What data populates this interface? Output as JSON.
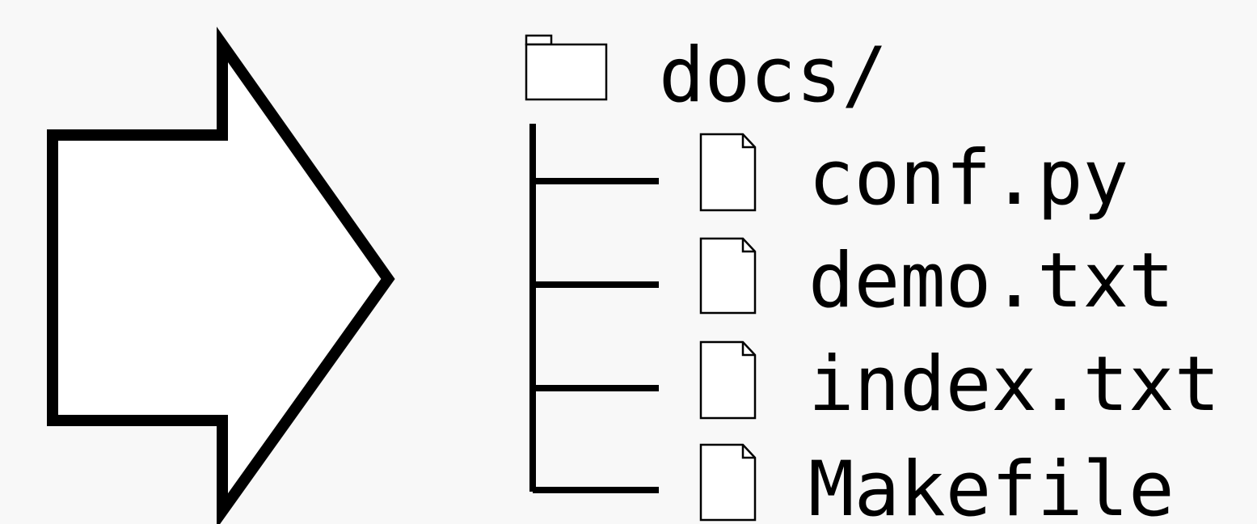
{
  "tree": {
    "root": {
      "label": "docs/",
      "icon": "folder-icon"
    },
    "files": [
      {
        "label": "conf.py",
        "icon": "file-icon"
      },
      {
        "label": "demo.txt",
        "icon": "file-icon"
      },
      {
        "label": "index.txt",
        "icon": "file-icon"
      },
      {
        "label": "Makefile",
        "icon": "file-icon"
      }
    ]
  },
  "arrow": {
    "icon": "right-arrow-icon"
  },
  "colors": {
    "background": "#f8f8f8",
    "stroke": "#000000",
    "fill": "#ffffff"
  }
}
